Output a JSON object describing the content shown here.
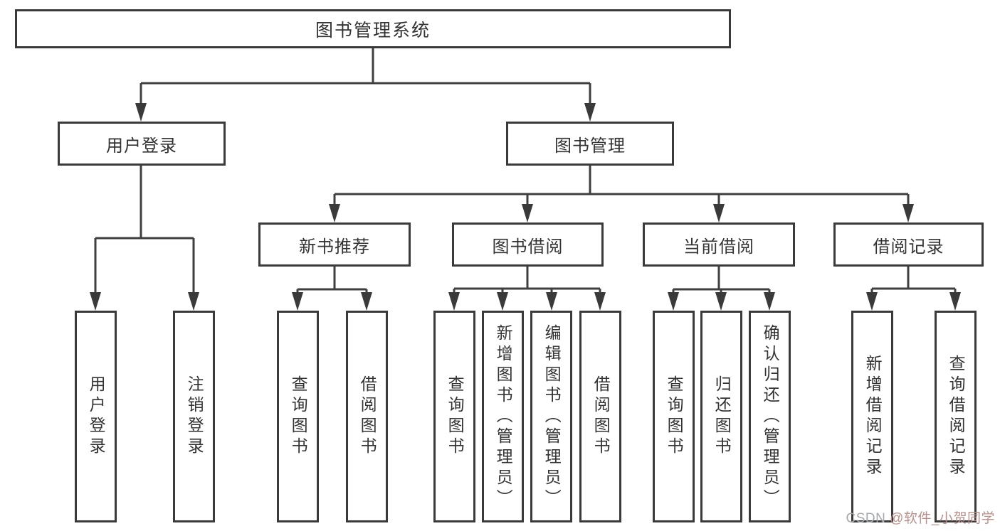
{
  "tree": {
    "root": {
      "label": "图书管理系统"
    },
    "branches": [
      {
        "label": "用户登录",
        "children": [
          {
            "label": "用户登录"
          },
          {
            "label": "注销登录"
          }
        ]
      },
      {
        "label": "图书管理",
        "children": [
          {
            "label": "新书推荐",
            "children": [
              {
                "label": "查询图书"
              },
              {
                "label": "借阅图书"
              }
            ]
          },
          {
            "label": "图书借阅",
            "children": [
              {
                "label": "查询图书"
              },
              {
                "label": "新增图书（管理员）"
              },
              {
                "label": "编辑图书（管理员）"
              },
              {
                "label": "借阅图书"
              }
            ]
          },
          {
            "label": "当前借阅",
            "children": [
              {
                "label": "查询图书"
              },
              {
                "label": "归还图书"
              },
              {
                "label": "确认归还（管理员）"
              }
            ]
          },
          {
            "label": "借阅记录",
            "children": [
              {
                "label": "新增借阅记录"
              },
              {
                "label": "查询借阅记录"
              }
            ]
          }
        ]
      }
    ]
  },
  "watermark": {
    "brand": "CSDN ",
    "author": "@软件_小贺同学"
  },
  "colors": {
    "background": "#ffffff",
    "box_border": "#3a3a3a",
    "connector_line": "#3f3f3f",
    "text": "#333333",
    "watermark_brand": "#a5a8ac",
    "watermark_author": "#bb8f89"
  }
}
